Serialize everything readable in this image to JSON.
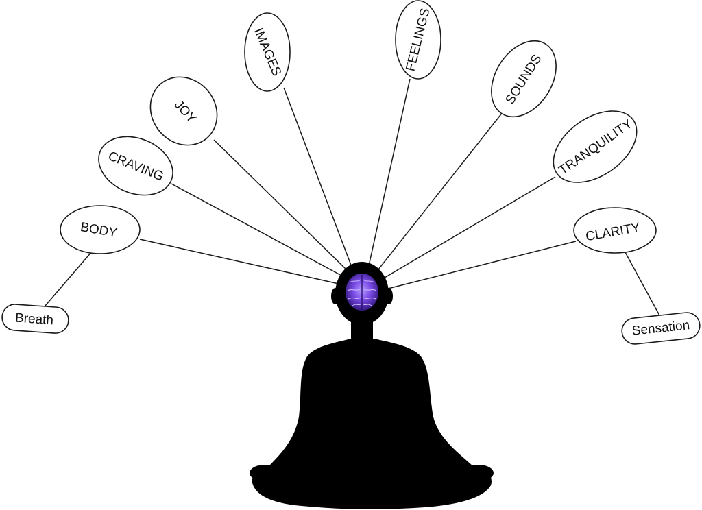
{
  "concepts": {
    "images": "IMAGES",
    "feelings": "FEELINGS",
    "joy": "JOY",
    "sounds": "SOUNDS",
    "craving": "CRAVING",
    "tranquility": "TRANQUILITY",
    "body": "BODY",
    "clarity": "CLARITY"
  },
  "sub_concepts": {
    "breath": "Breath",
    "sensation": "Sensation"
  },
  "colors": {
    "line": "#1a1a1a",
    "silhouette": "#000000",
    "brain_primary": "#6b3fd9",
    "brain_highlight": "#9f7cff",
    "brain_dark": "#2a1070"
  },
  "icons": {
    "figure": "meditating-person-icon",
    "brain": "brain-icon"
  }
}
